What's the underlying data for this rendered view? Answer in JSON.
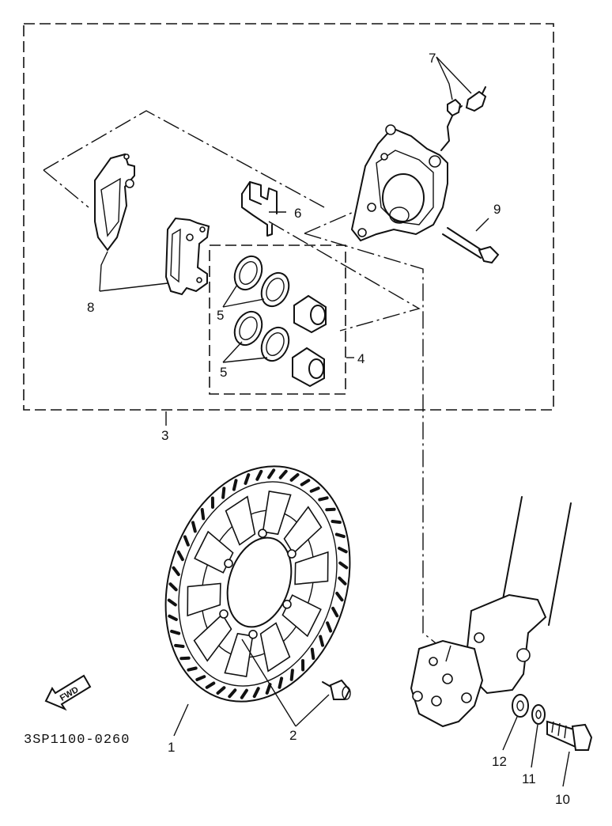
{
  "callouts": {
    "c1": "1",
    "c2": "2",
    "c3": "3",
    "c4": "4",
    "c5a": "5",
    "c5b": "5",
    "c6": "6",
    "c7": "7",
    "c8": "8",
    "c9": "9",
    "c10": "10",
    "c11": "11",
    "c12": "12"
  },
  "diagram_code": "3SP1100-0260",
  "fwd_label": "FWD"
}
